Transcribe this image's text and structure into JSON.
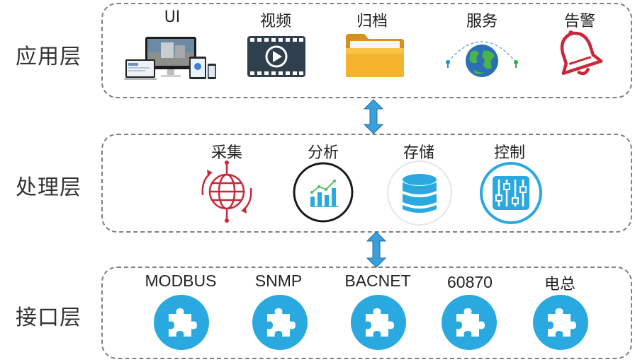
{
  "layers": {
    "application": {
      "label": "应用层",
      "items": [
        {
          "label": "UI",
          "icon": "devices-icon"
        },
        {
          "label": "视频",
          "icon": "video-icon"
        },
        {
          "label": "归档",
          "icon": "folder-icon"
        },
        {
          "label": "服务",
          "icon": "globe-icon"
        },
        {
          "label": "告警",
          "icon": "bell-icon"
        }
      ]
    },
    "processing": {
      "label": "处理层",
      "items": [
        {
          "label": "采集",
          "icon": "collect-globe-icon"
        },
        {
          "label": "分析",
          "icon": "analysis-chart-icon"
        },
        {
          "label": "存储",
          "icon": "database-icon"
        },
        {
          "label": "控制",
          "icon": "sliders-icon"
        }
      ]
    },
    "interface": {
      "label": "接口层",
      "items": [
        {
          "label": "MODBUS",
          "icon": "puzzle-icon"
        },
        {
          "label": "SNMP",
          "icon": "puzzle-icon"
        },
        {
          "label": "BACNET",
          "icon": "puzzle-icon"
        },
        {
          "label": "60870",
          "icon": "puzzle-icon"
        },
        {
          "label": "电总",
          "icon": "puzzle-icon"
        }
      ]
    }
  },
  "colors": {
    "puzzle_blue": "#2aa9e0",
    "alert_red": "#c8283a",
    "arrow_blue": "#3aa0dc",
    "folder_orange": "#f4b32c",
    "globe_blue": "#2b6fb7",
    "video_dark": "#2f3f4d"
  }
}
